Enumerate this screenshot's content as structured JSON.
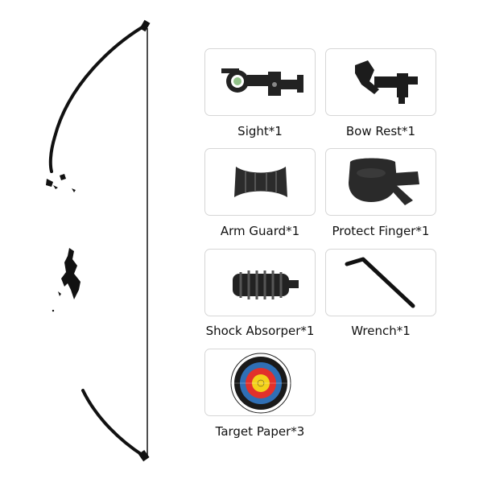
{
  "accessories": [
    {
      "id": "sight",
      "label": "Sight*1",
      "icon": "bow-sight-icon"
    },
    {
      "id": "bow-rest",
      "label": "Bow Rest*1",
      "icon": "arrow-rest-icon"
    },
    {
      "id": "arm-guard",
      "label": "Arm Guard*1",
      "icon": "arm-guard-icon"
    },
    {
      "id": "protect-finger",
      "label": "Protect Finger*1",
      "icon": "finger-tab-icon"
    },
    {
      "id": "shock-absorber",
      "label": "Shock Absorper*1",
      "icon": "stabilizer-icon"
    },
    {
      "id": "wrench",
      "label": "Wrench*1",
      "icon": "allen-wrench-icon"
    },
    {
      "id": "target-paper",
      "label": "Target Paper*3",
      "icon": "target-icon"
    }
  ],
  "colors": {
    "card_border": "#d6d6d6",
    "bow": "#111111",
    "target_yellow": "#f3d21a",
    "target_red": "#e2312b",
    "target_blue": "#2f6fb5",
    "target_black": "#1a1a1a"
  }
}
